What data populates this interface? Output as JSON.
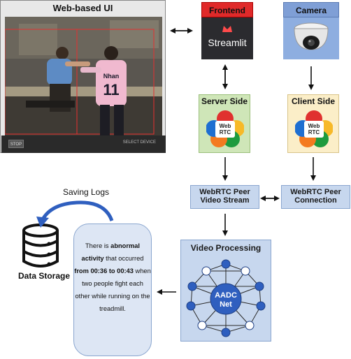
{
  "web_ui": {
    "title": "Web-based UI",
    "stop_label": "STOP",
    "select_device_label": "SELECT DEVICE",
    "shirt_text": "Nhan",
    "shirt_number": "11"
  },
  "frontend": {
    "title": "Frontend",
    "logo_text": "Streamlit"
  },
  "camera": {
    "title": "Camera"
  },
  "server_side": {
    "title": "Server Side",
    "logo_line1": "Web",
    "logo_line2": "RTC"
  },
  "client_side": {
    "title": "Client Side",
    "logo_line1": "Web",
    "logo_line2": "RTC"
  },
  "webrtc_stream": {
    "line1": "WebRTC Peer",
    "line2": "Video Stream"
  },
  "webrtc_connection": {
    "line1": "WebRTC Peer",
    "line2": "Connection"
  },
  "video_processing": {
    "title": "Video Processing",
    "net_line1": "AADC",
    "net_line2": "Net"
  },
  "saving_logs": "Saving Logs",
  "data_storage": "Data Storage",
  "log_message": {
    "p1": "There is ",
    "b1": "abnormal activity",
    "p2": " that occurred ",
    "b2": "from 00:36 to 00:43",
    "p3": " when two people fight each other while running on the treadmill."
  },
  "colors": {
    "frontend_red": "#e02a2a",
    "camera_blue": "#7f9fd6",
    "server_green": "#cfe6b8",
    "client_yellow": "#fbeec8",
    "process_blue": "#c7d7ee",
    "node_blue": "#2f5fbf"
  }
}
